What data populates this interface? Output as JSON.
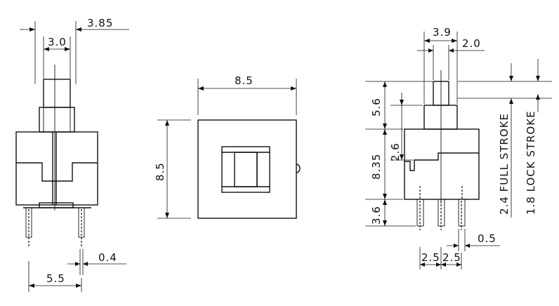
{
  "left_view": {
    "dim_top": "3.85",
    "dim_stem": "3.0",
    "dim_pin_thickness": "0.4",
    "dim_pin_spacing": "5.5"
  },
  "top_view": {
    "dim_width": "8.5",
    "dim_height": "8.5"
  },
  "right_view": {
    "dim_width": "3.9",
    "dim_stem": "2.0",
    "dim_stem_height": "5.6",
    "dim_step": "2.6",
    "dim_body_height": "8.35",
    "dim_pin_length": "3.6",
    "dim_pin_pitch_left": "2.5",
    "dim_pin_pitch_right": "2.5",
    "dim_pin_width": "0.5",
    "full_stroke": "2.4 FULL STROKE",
    "lock_stroke": "1.8 LOCK STROKE"
  }
}
